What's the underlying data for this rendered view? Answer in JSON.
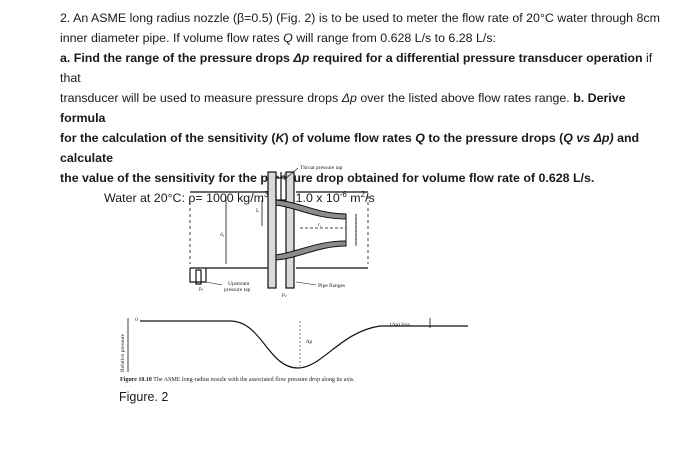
{
  "problem": {
    "line1": "2. An ASME long radius nozzle (β=0.5)  (Fig. 2) is to be used to meter the flow rate of 20°C water through 8cm",
    "line2": "inner diameter pipe. If volume flow rates ",
    "line2_q": "Q",
    "line2_end": " will range from 0.628  L/s to 6.28 L/s:",
    "part_a_bold": "a. Find  the range of the pressure drops ",
    "part_a_dp": "Δp",
    "part_a_bold_end": " required for a differential pressure transducer operation",
    "part_a_rest": " if that",
    "line4": "transducer will be used to measure pressure drops ",
    "line4_dp": "Δp",
    "line4_mid": " over the listed above flow rates range. ",
    "part_b_bold": "b. Derive formula",
    "line5_a": "for the calculation of the sensitivity (",
    "line5_k": "K",
    "line5_b": ") of volume flow rates ",
    "line5_q": "Q",
    "line5_c": "  to the pressure drops (",
    "line5_qdp": "Q vs Δp)",
    "line5_d": "  and calculate",
    "line6": "the value of the sensitivity for the pressure drop obtained for volume flow rate of 0.628  L/s.",
    "water_prefix": "Water at 20°C: ρ= 1000 kg/m",
    "water_exp1": "3",
    "water_mid": ";  ν = 1.0 x 10",
    "water_exp2": "-6",
    "water_suffix": " m",
    "water_exp3": "2",
    "water_end": "/s"
  },
  "figure": {
    "throat_tap": "Throat pressure tap",
    "upstream_tap_1": "Upstream",
    "upstream_tap_2": "pressure tap",
    "pipe_flanges": "Pipe flanges",
    "p1": "p₁",
    "p2": "p₂",
    "d1": "d₁",
    "r_label": "r₁",
    "l_label": "L",
    "dp_loss": "(Δp) loss",
    "dp": "Δp",
    "zero": "0",
    "y_axis": "Relative pressure",
    "caption_bold": "Figure 10.10",
    "caption_text": "  The ASME long-radius nozzle with the associated flow pressure drop along its axis.",
    "label": "Figure. 2"
  }
}
